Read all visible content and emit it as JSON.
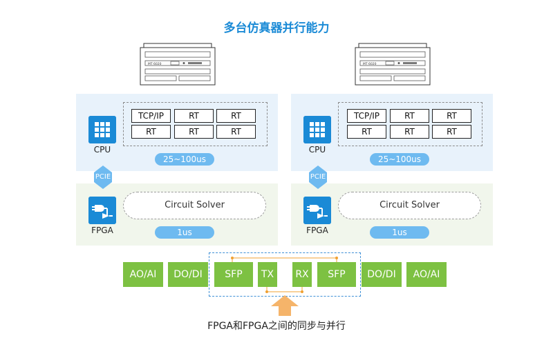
{
  "title": "多台仿真器并行能力",
  "device_label": "MT 6020",
  "nodes": [
    {
      "rt_cells": [
        "TCP/IP",
        "RT",
        "RT",
        "RT",
        "RT",
        "RT"
      ],
      "cpu_label": "CPU",
      "cpu_latency": "25~100us",
      "bus_label": "PCIE",
      "solver_label": "Circuit Solver",
      "fpga_label": "FPGA",
      "fpga_latency": "1us"
    },
    {
      "rt_cells": [
        "TCP/IP",
        "RT",
        "RT",
        "RT",
        "RT",
        "RT"
      ],
      "cpu_label": "CPU",
      "cpu_latency": "25~100us",
      "bus_label": "PCIE",
      "solver_label": "Circuit Solver",
      "fpga_label": "FPGA",
      "fpga_latency": "1us"
    }
  ],
  "io_ports": [
    "AO/AI",
    "DO/DI",
    "SFP",
    "TX",
    "RX",
    "SFP",
    "DO/DI",
    "AO/AI"
  ],
  "caption": "FPGA和FPGA之间的同步与并行",
  "colors": {
    "accent": "#1a8ad6",
    "green": "#7dc142",
    "pill": "#6ebaf0",
    "arrow": "#f5b46a"
  }
}
